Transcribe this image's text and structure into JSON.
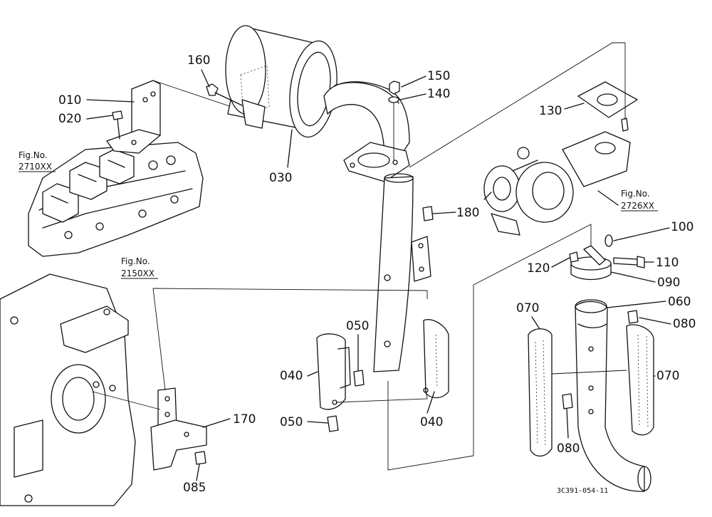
{
  "diagram": {
    "part_labels": {
      "p010": "010",
      "p020": "020",
      "p030": "030",
      "p040a": "040",
      "p040b": "040",
      "p050a": "050",
      "p050b": "050",
      "p060": "060",
      "p070a": "070",
      "p070b": "070",
      "p080a": "080",
      "p080b": "080",
      "p085": "085",
      "p090": "090",
      "p100": "100",
      "p110": "110",
      "p120": "120",
      "p130": "130",
      "p140": "140",
      "p150": "150",
      "p160": "160",
      "p170": "170",
      "p180": "180"
    },
    "figure_refs": {
      "f2710": {
        "prefix": "Fig.No.",
        "number": "2710XX"
      },
      "f2150": {
        "prefix": "Fig.No.",
        "number": "2150XX"
      },
      "f2726": {
        "prefix": "Fig.No.",
        "number": "2726XX"
      }
    },
    "drawing_code": "3C391-054-11"
  }
}
